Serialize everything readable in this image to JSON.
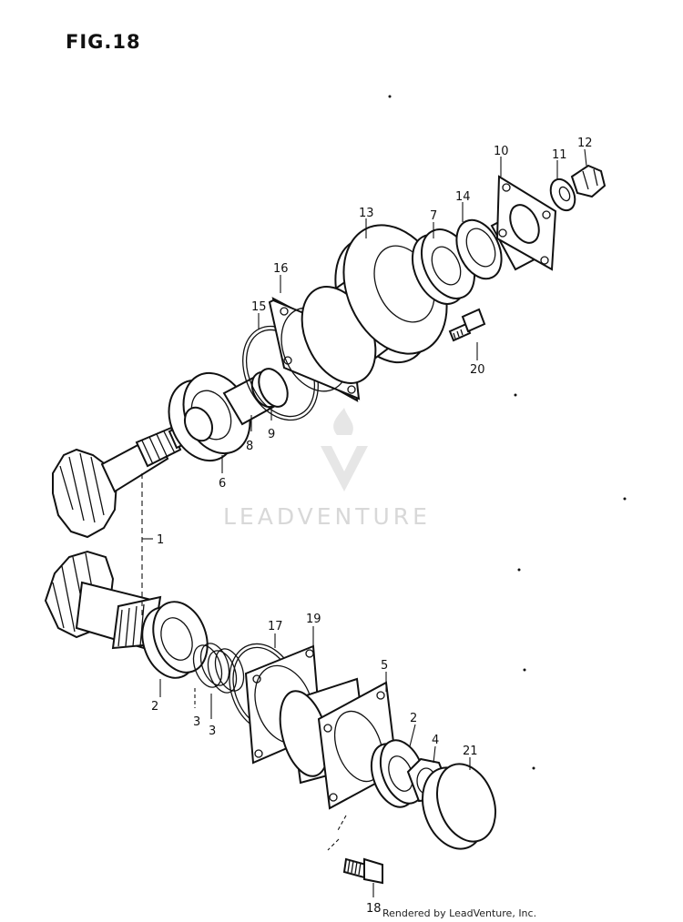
{
  "figure": {
    "title": "FIG.18"
  },
  "watermark": {
    "text": "LEADVENTURE"
  },
  "footer": {
    "text": "Rendered by LeadVenture, Inc."
  },
  "callouts": {
    "p1": "1",
    "p2a": "2",
    "p2b": "2",
    "p3a": "3",
    "p3b": "3",
    "p4": "4",
    "p5": "5",
    "p6": "6",
    "p7": "7",
    "p8": "8",
    "p9": "9",
    "p10": "10",
    "p11": "11",
    "p12": "12",
    "p13": "13",
    "p14": "14",
    "p15": "15",
    "p16": "16",
    "p17": "17",
    "p18": "18",
    "p19": "19",
    "p20": "20",
    "p21": "21"
  }
}
